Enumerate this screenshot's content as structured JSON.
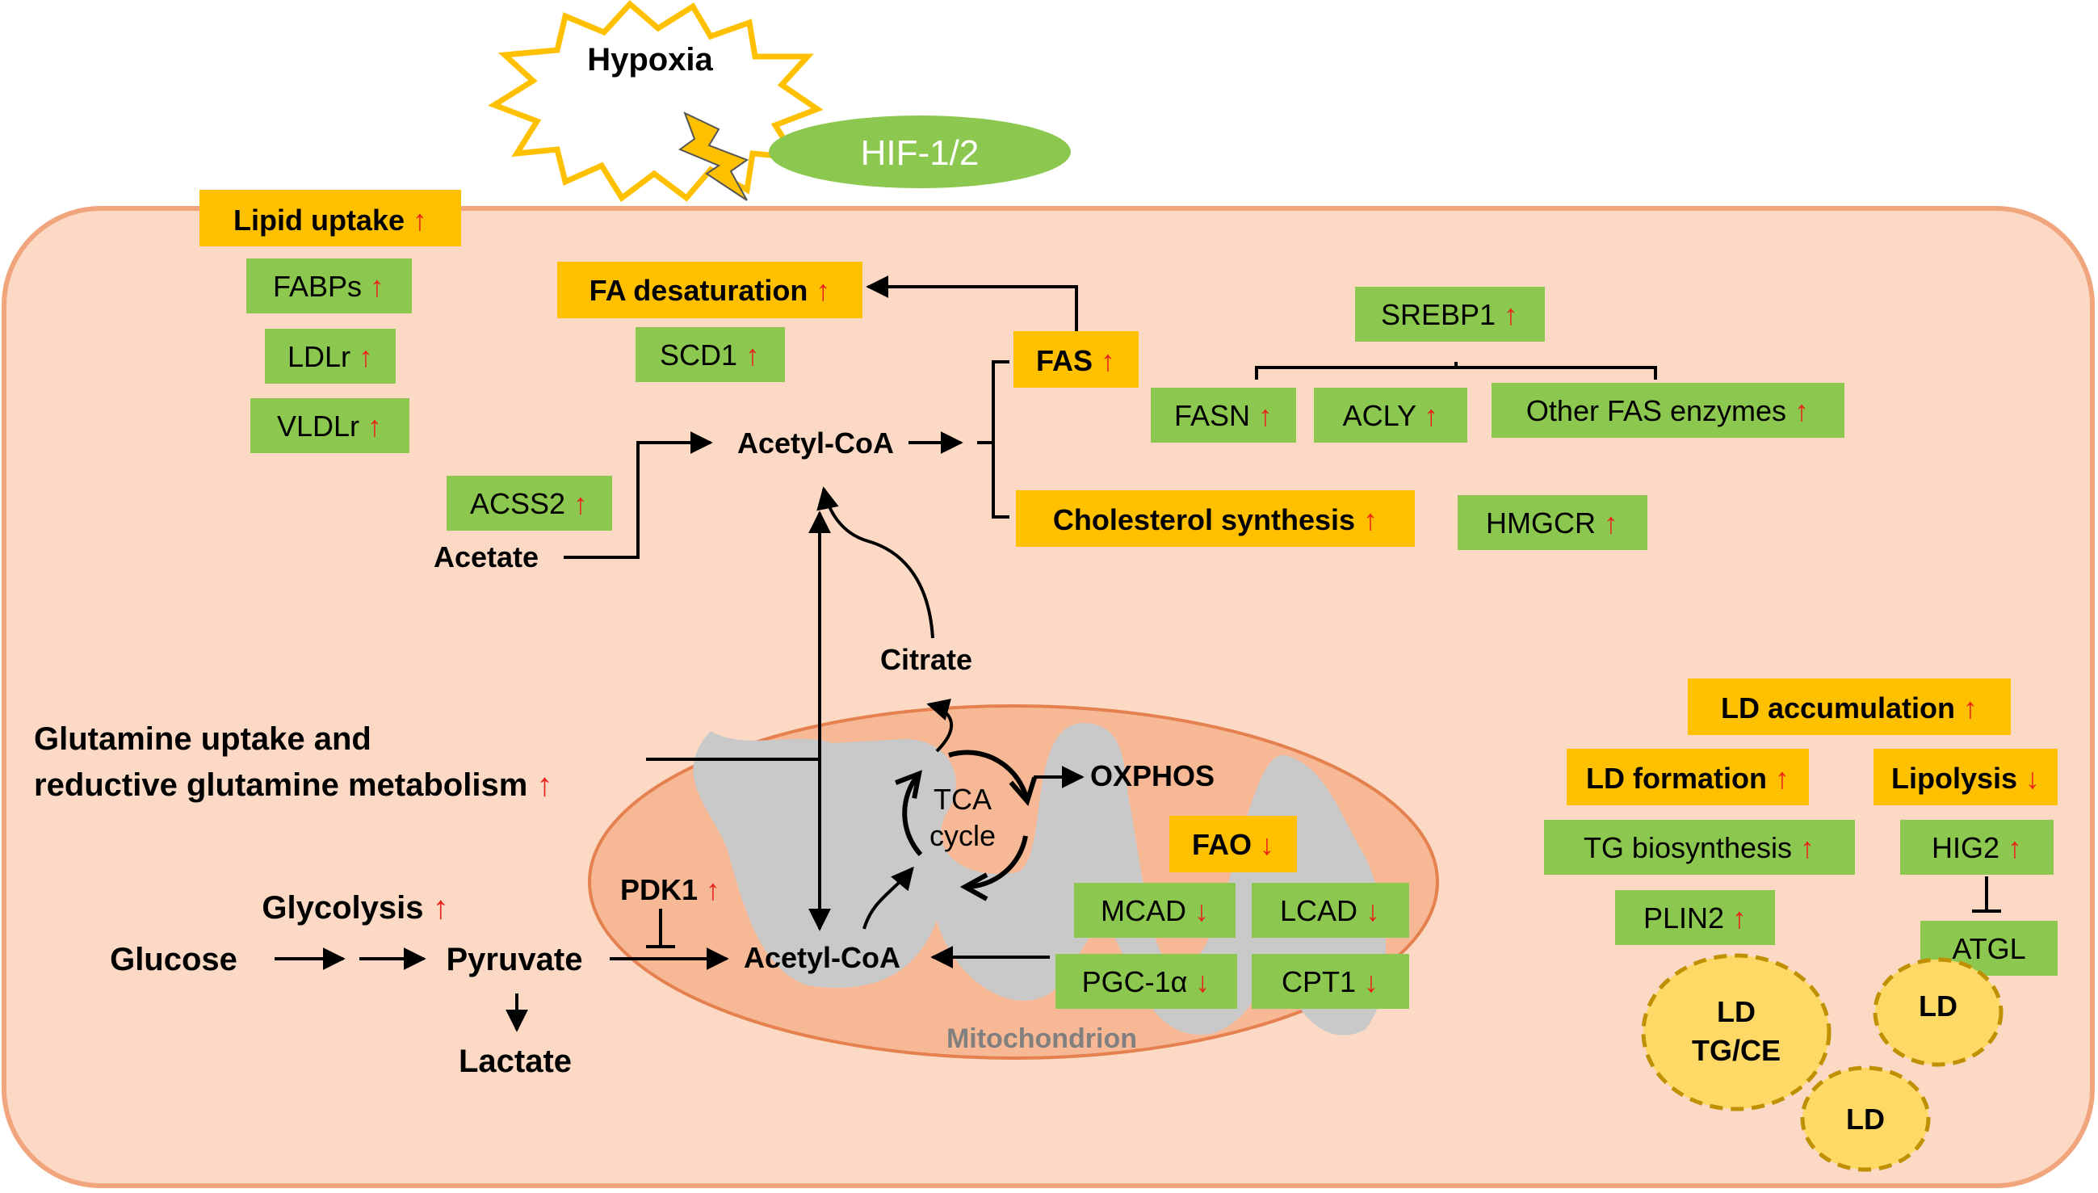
{
  "hypoxia": "Hypoxia",
  "hif": "HIF-1/2",
  "lipid_uptake": {
    "label": "Lipid uptake",
    "dir": "↑"
  },
  "fabps": {
    "label": "FABPs",
    "dir": "↑"
  },
  "ldlr": {
    "label": "LDLr",
    "dir": "↑"
  },
  "vldlr": {
    "label": "VLDLr",
    "dir": "↑"
  },
  "fa_desat": {
    "label": "FA desaturation",
    "dir": "↑"
  },
  "scd1": {
    "label": "SCD1",
    "dir": "↑"
  },
  "fas": {
    "label": "FAS",
    "dir": "↑"
  },
  "srebp1": {
    "label": "SREBP1",
    "dir": "↑"
  },
  "fasn": {
    "label": "FASN",
    "dir": "↑"
  },
  "acly": {
    "label": "ACLY",
    "dir": "↑"
  },
  "other_fas": {
    "label": "Other FAS enzymes",
    "dir": "↑"
  },
  "chol": {
    "label": "Cholesterol synthesis",
    "dir": "↑"
  },
  "hmgcr": {
    "label": "HMGCR",
    "dir": "↑"
  },
  "acss2": {
    "label": "ACSS2",
    "dir": "↑"
  },
  "acetate": "Acetate",
  "acetylcoa_top": "Acetyl-CoA",
  "citrate": "Citrate",
  "glutamine_line1": "Glutamine uptake and",
  "glutamine_line2": "reductive glutamine metabolism",
  "glutamine_dir": "↑",
  "tca_line1": "TCA",
  "tca_line2": "cycle",
  "oxphos": "OXPHOS",
  "fao": {
    "label": "FAO",
    "dir": "↓"
  },
  "mcad": {
    "label": "MCAD",
    "dir": "↓"
  },
  "lcad": {
    "label": "LCAD",
    "dir": "↓"
  },
  "pgc1a": {
    "label": "PGC-1α",
    "dir": "↓"
  },
  "cpt1": {
    "label": "CPT1",
    "dir": "↓"
  },
  "pdk1": {
    "label": "PDK1",
    "dir": "↑"
  },
  "glycolysis": {
    "label": "Glycolysis",
    "dir": "↑"
  },
  "glucose": "Glucose",
  "pyruvate": "Pyruvate",
  "acetylcoa_mito": "Acetyl-CoA",
  "lactate": "Lactate",
  "mitochondrion": "Mitochondrion",
  "ld_accum": {
    "label": "LD accumulation",
    "dir": "↑"
  },
  "ld_formation": {
    "label": "LD formation",
    "dir": "↑"
  },
  "lipolysis": {
    "label": "Lipolysis",
    "dir": "↓"
  },
  "tg_bio": {
    "label": "TG biosynthesis",
    "dir": "↑"
  },
  "hig2": {
    "label": "HIG2",
    "dir": "↑"
  },
  "plin2": {
    "label": "PLIN2",
    "dir": "↑"
  },
  "atgl": "ATGL",
  "ld_big_line1": "LD",
  "ld_big_line2": "TG/CE",
  "ld_small1": "LD",
  "ld_small2": "LD",
  "colors": {
    "cell_fill": "#fbd9c4",
    "cell_border": "#f0a57c",
    "mito_fill": "#f6b895",
    "mito_border": "#e5804f",
    "cristae": "#c9c9c9",
    "orange_box": "#ffc000",
    "green_box": "#8cc850",
    "arrow_up_down": "#e8221b",
    "ld_fill": "#ffd966",
    "ld_border": "#bf9000"
  }
}
